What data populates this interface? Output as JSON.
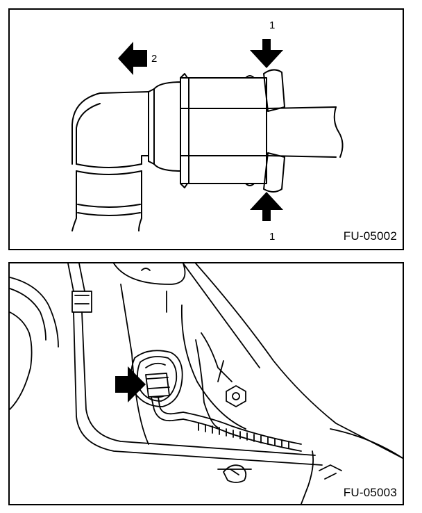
{
  "figures": [
    {
      "code": "FU-05002",
      "callouts": {
        "press_top": "1",
        "press_bottom": "1",
        "pull_direction": "2"
      }
    },
    {
      "code": "FU-05003"
    }
  ],
  "icons": [
    "press-arrow-icon",
    "pull-direction-arrow-icon",
    "pointer-arrow-icon"
  ],
  "colors": {
    "line": "#000000",
    "background": "#ffffff"
  }
}
